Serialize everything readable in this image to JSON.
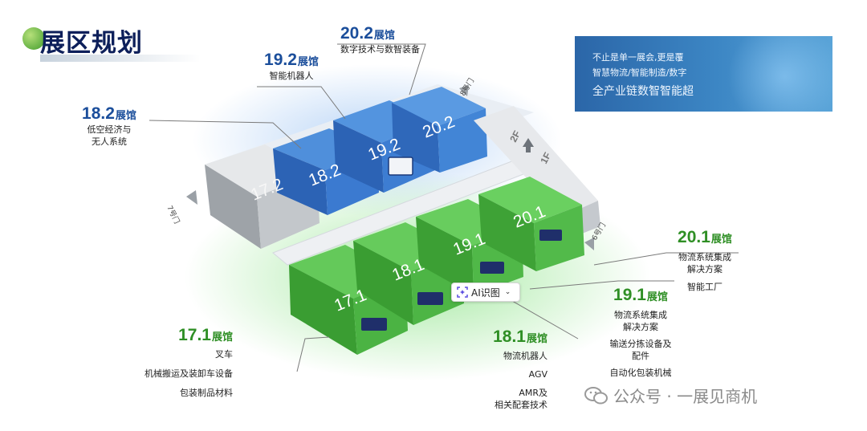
{
  "page_title": "展区规划",
  "banner": {
    "line1": "不止是单一展会,更是覆",
    "line2": "智慧物流/智能制造/数字",
    "line3": "全产业链数智智能超"
  },
  "hall_suffix": "展馆",
  "labels": {
    "h20_2": {
      "num": "20.2",
      "items": [
        "数字技术与数智装备"
      ]
    },
    "h19_2": {
      "num": "19.2",
      "items": [
        "智能机器人"
      ]
    },
    "h18_2": {
      "num": "18.2",
      "items": [
        "低空经济与",
        "无人系统"
      ]
    },
    "h20_1": {
      "num": "20.1",
      "items": [
        "物流系统集成",
        "解决方案",
        "智能工厂"
      ]
    },
    "h19_1": {
      "num": "19.1",
      "items": [
        "物流系统集成",
        "解决方案",
        "输送分拣设备及",
        "配件",
        "自动化包装机械"
      ]
    },
    "h18_1": {
      "num": "18.1",
      "items": [
        "物流机器人",
        "AGV",
        "AMR及",
        "相关配套技术"
      ]
    },
    "h17_1": {
      "num": "17.1",
      "items": [
        "叉车",
        "机械搬运及装卸车设备",
        "包装制品材料"
      ]
    }
  },
  "map": {
    "blocks": {
      "b17_2": "17.2",
      "b18_2": "18.2",
      "b19_2": "19.2",
      "b20_2": "20.2",
      "b17_1": "17.1",
      "b18_1": "18.1",
      "b19_1": "19.1",
      "b20_1": "20.1"
    },
    "gate7": "7号门",
    "gate8": "8号门",
    "gate6": "6号门",
    "floor_up": "2F",
    "floor_down": "1F"
  },
  "ai_badge": {
    "label": "AI识图"
  },
  "watermark": {
    "text": "公众号 · 一展见商机"
  },
  "colors": {
    "blue_hall": "#2f6fc0",
    "green_hall": "#45b33c",
    "grey_hall": "#9aa0a6",
    "title": "#0d1f5a"
  }
}
